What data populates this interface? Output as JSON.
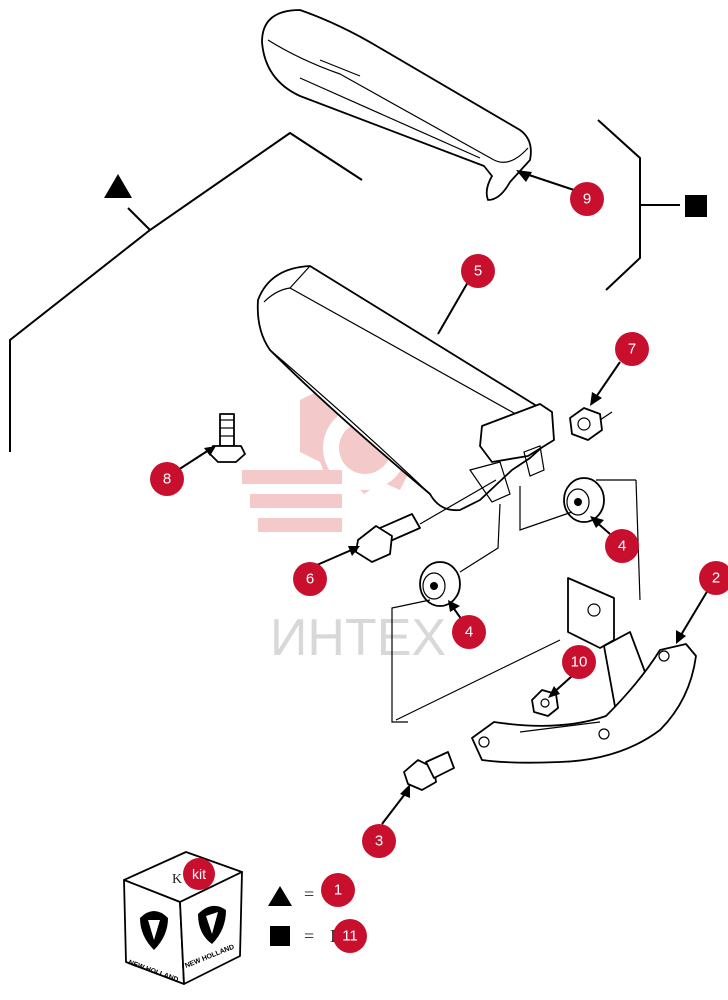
{
  "watermark": {
    "text": "ИНТЕХ"
  },
  "callouts": [
    {
      "id": "c9",
      "label": "9"
    },
    {
      "id": "c5",
      "label": "5"
    },
    {
      "id": "c7",
      "label": "7"
    },
    {
      "id": "c8",
      "label": "8"
    },
    {
      "id": "c4a",
      "label": "4"
    },
    {
      "id": "c4b",
      "label": "4"
    },
    {
      "id": "c6",
      "label": "6"
    },
    {
      "id": "c2",
      "label": "2"
    },
    {
      "id": "c10",
      "label": "10"
    },
    {
      "id": "c3",
      "label": "3"
    }
  ],
  "legend": {
    "kit_label": "kit",
    "kit_hidden_letter": "K",
    "eq": "=",
    "triangle_ref": "1",
    "square_ref": "11",
    "square_hidden_letter": "I",
    "brand_text": "NEW HOLLAND"
  },
  "colors": {
    "callout": "#c8102e",
    "watermark": "#f3c9c9"
  }
}
